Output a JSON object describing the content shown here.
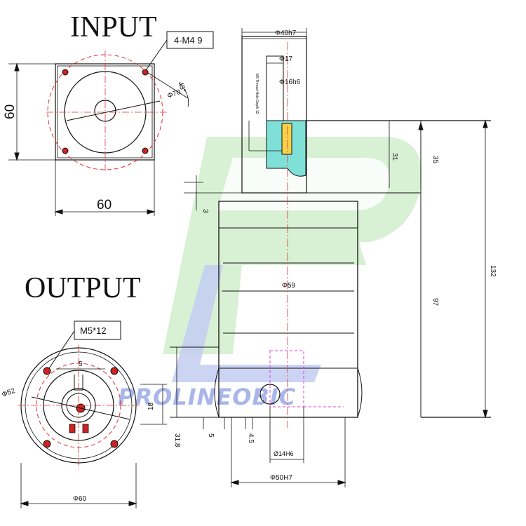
{
  "titles": {
    "input": "INPUT",
    "output": "OUTPUT"
  },
  "input_view": {
    "callout": "4-M4  9",
    "dim_height": "60",
    "dim_width": "60",
    "angle": "45°",
    "pcd": "Φ70"
  },
  "output_view": {
    "callout": "M5*12",
    "dim_top": "5",
    "dim_side": "18",
    "pcd": "Φ52",
    "dim_bottom": "Φ60"
  },
  "side_view": {
    "d_top": "Φ40h7",
    "d_17": "Φ17",
    "d_16": "Φ16h6",
    "thread_note": "M5 Thread Hole Depth 12",
    "l_31": "31",
    "l_35": "35",
    "l_132": "132",
    "l_3": "3",
    "d_59": "Φ59",
    "l_97": "97",
    "l_5": "5",
    "l_4_5": "4.5",
    "l_31_8": "31.8",
    "d_14": "Ø14H6",
    "d_50": "Φ50H7"
  },
  "watermark": {
    "text": "PROLINEOBIC",
    "colors": {
      "green": "#d4f0cf",
      "blue": "#c3ccf2"
    }
  }
}
